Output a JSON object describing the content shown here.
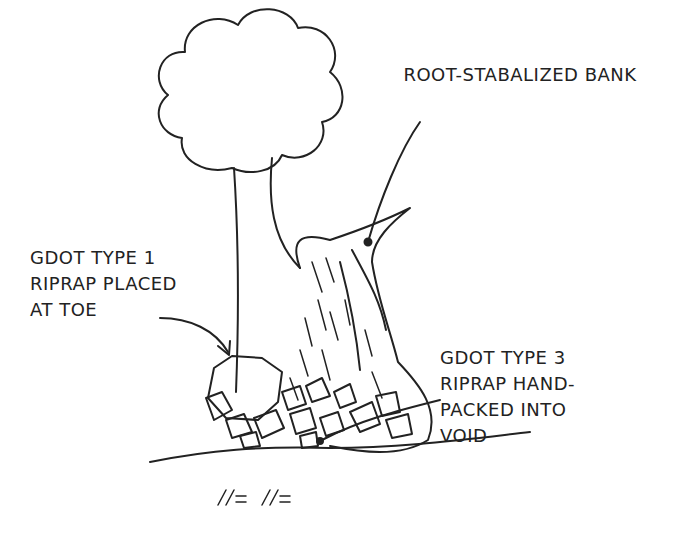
{
  "diagram": {
    "labels": [
      "ROOT-STABALIZED BANK",
      "GDOT TYPE 1 RIPRAP PLACED AT TOE",
      "GDOT TYPE 3 RIPRAP HAND-PACKED INTO VOID"
    ]
  }
}
